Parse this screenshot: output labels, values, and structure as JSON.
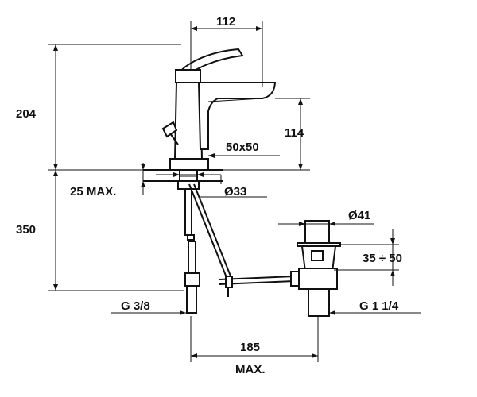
{
  "dimensions": {
    "spout_reach": "112",
    "tap_height": "204",
    "spout_height": "114",
    "base_size": "50x50",
    "max_deck_thickness": "25 MAX.",
    "hole_diameter": "Ø33",
    "hose_length": "350",
    "waste_diameter": "Ø41",
    "waste_adjustment": "35 ÷ 50",
    "supply_thread": "G 3/8",
    "waste_thread": "G 1 1/4",
    "pull_rod_reach": "185",
    "pull_rod_reach_suffix": "MAX."
  },
  "colors": {
    "line": "#111111",
    "background": "#ffffff"
  }
}
